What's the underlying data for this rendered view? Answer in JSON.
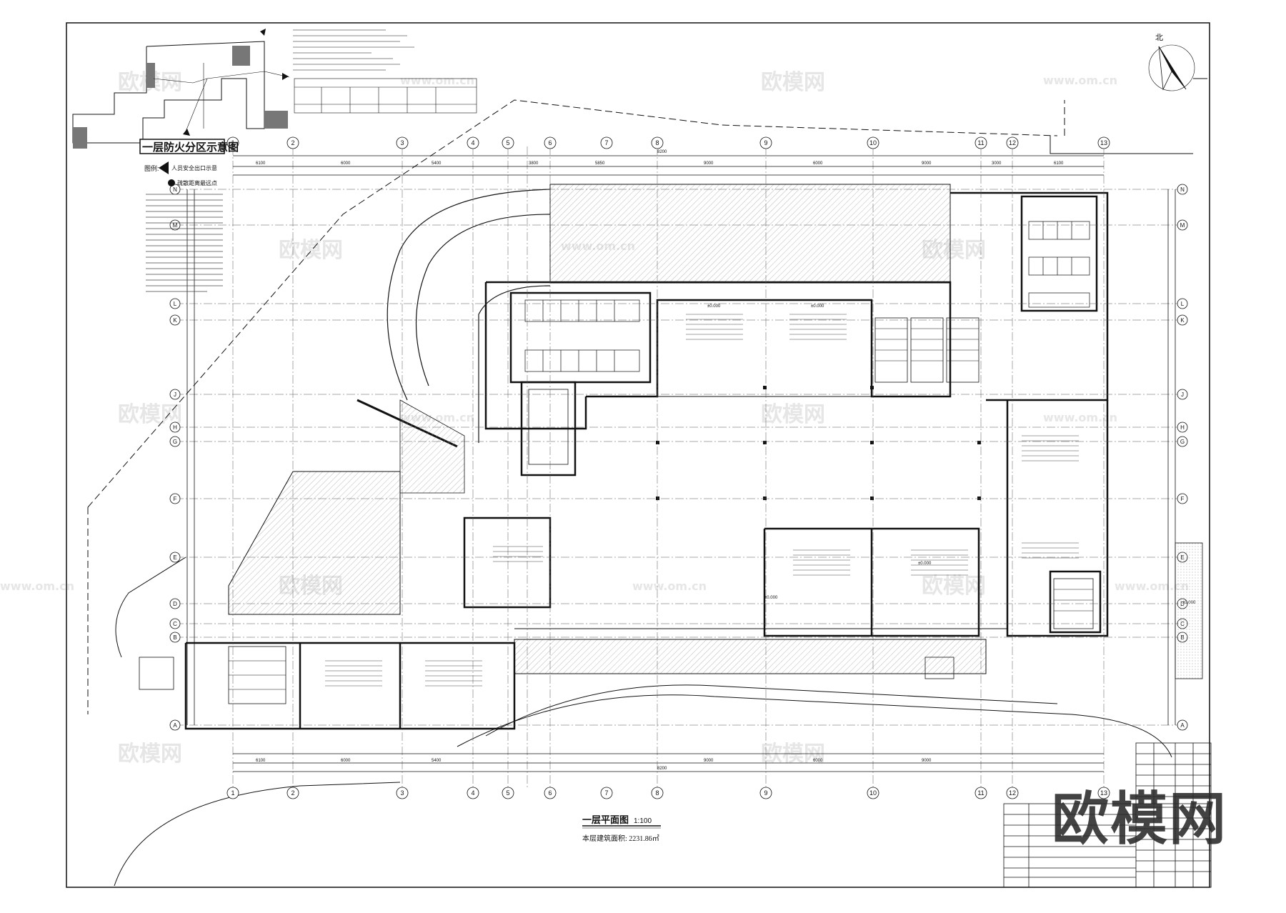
{
  "north_label": "北",
  "fire_zone": {
    "title": "一层防火分区示意图",
    "legend_label": "图例:",
    "legend_exit": "人员安全出口示意",
    "legend_distance": "疏散距离最远点"
  },
  "plan": {
    "title": "一层平面图",
    "scale": "1:100",
    "area": "本层建筑面积: 2231.86㎡"
  },
  "watermarks": {
    "cn": "欧模网",
    "url": "www.om.cn",
    "corner": "欧模网"
  },
  "grid": {
    "columns": [
      "1",
      "2",
      "3",
      "4",
      "5",
      "6",
      "7",
      "8",
      "9",
      "10",
      "11",
      "12",
      "13"
    ],
    "rows": [
      "N",
      "M",
      "L",
      "K",
      "J",
      "H",
      "G",
      "F",
      "E",
      "D",
      "C",
      "B",
      "A"
    ]
  },
  "dimensions": {
    "overall": "8200",
    "spans": [
      "6100",
      "6000",
      "5400",
      "3800",
      "5850",
      "9000",
      "6000",
      "9000",
      "3000",
      "6100"
    ]
  },
  "level": "±0.000",
  "colors": {
    "line": "#111111",
    "hatch": "#9a9a9a",
    "watermark": "#e6e6e6"
  }
}
